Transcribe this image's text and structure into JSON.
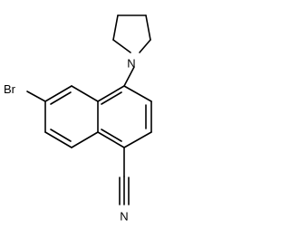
{
  "atoms": {
    "br": {
      "label": "Br"
    },
    "n_ring": {
      "label": "N"
    },
    "n_nitrile": {
      "label": "N"
    }
  },
  "colors": {
    "bond": "#000000",
    "label": "#000000",
    "background": "#ffffff"
  }
}
